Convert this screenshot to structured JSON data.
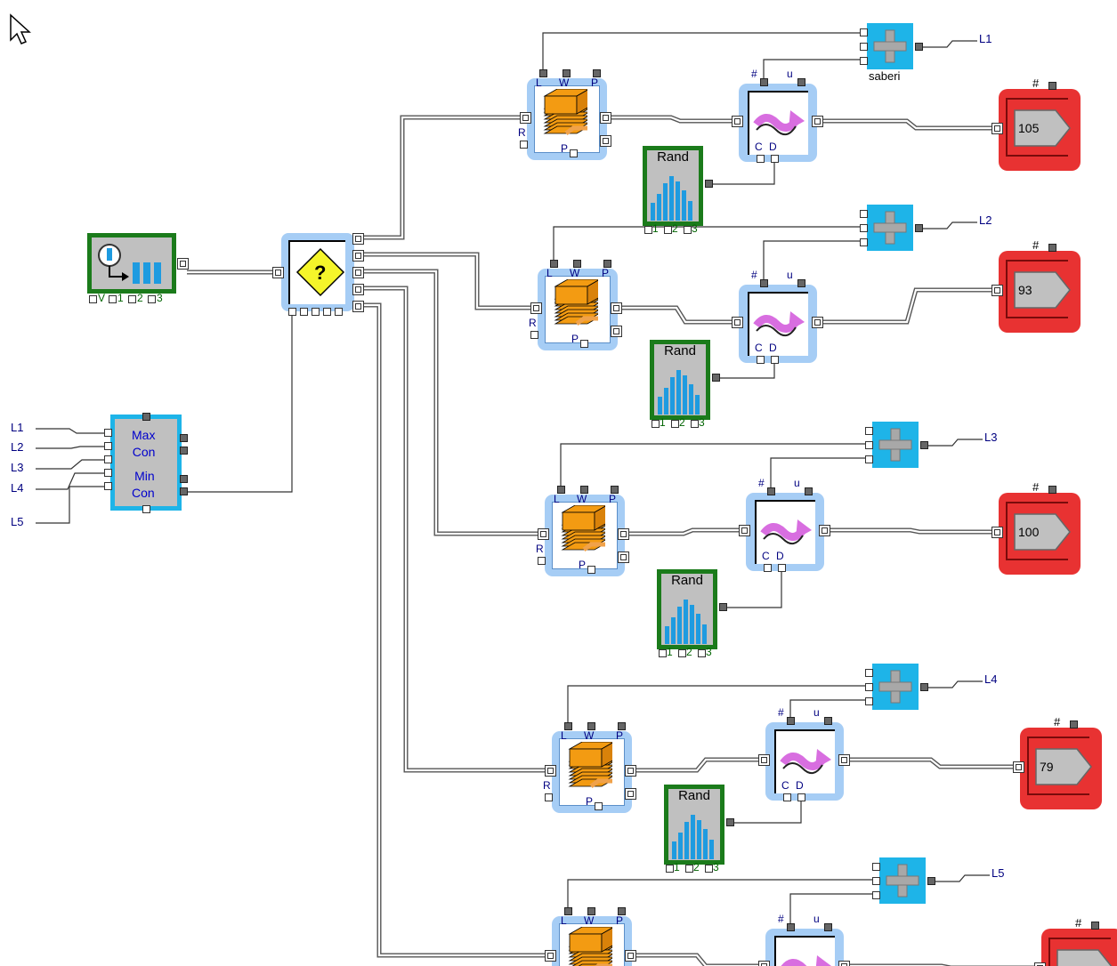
{
  "diagram": {
    "max_con_label": "Max\nCon",
    "min_con_label": "Min\nCon",
    "set_label": "saberi",
    "rand_label": "Rand",
    "rand_ports": [
      "1",
      "2",
      "3"
    ],
    "gen_ports": [
      "V",
      "1",
      "2",
      "3"
    ],
    "queue_ports": {
      "length": "L",
      "wait": "W",
      "pass": "P",
      "renege": "R",
      "preempt": "P"
    },
    "activity_ports": {
      "count": "#",
      "util": "u",
      "c": "C",
      "d": "D"
    },
    "exit_count_label": "#",
    "mm_inputs": [
      "L1",
      "L2",
      "L3",
      "L4",
      "L5"
    ],
    "rows": [
      {
        "line": "L1",
        "exit_value": "105"
      },
      {
        "line": "L2",
        "exit_value": "93"
      },
      {
        "line": "L3",
        "exit_value": "100"
      },
      {
        "line": "L4",
        "exit_value": "79"
      },
      {
        "line": "L5",
        "exit_value": ""
      }
    ]
  },
  "colors": {
    "block_blue": "#a6cdf5",
    "set_cyan": "#1eb4e8",
    "exit_red": "#e83232",
    "rand_green": "#1b7b1b",
    "label_navy": "#000080",
    "stack_orange": "#f39b12",
    "activity_magenta": "#d86ee0",
    "decision_yellow": "#f5f52a"
  }
}
